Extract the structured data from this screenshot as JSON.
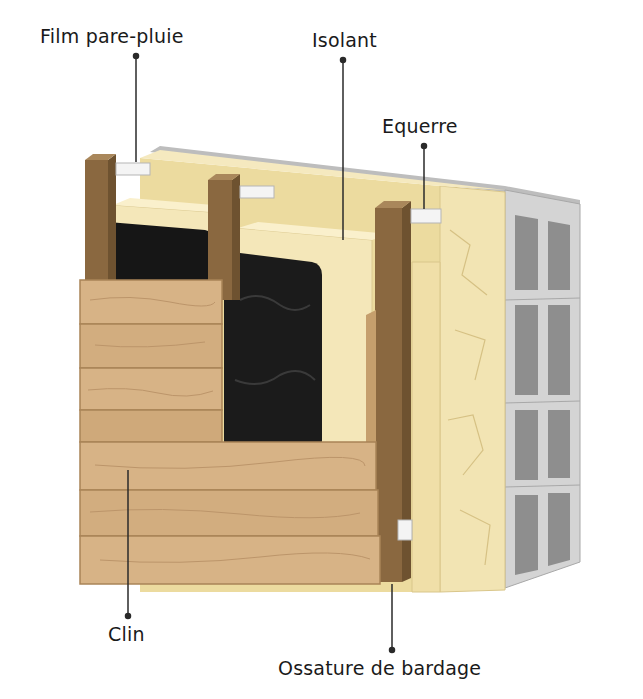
{
  "diagram": {
    "labels": [
      "Film pare-pluie",
      "Isolant",
      "Equerre",
      "Clin",
      "Ossature de bardage"
    ]
  }
}
